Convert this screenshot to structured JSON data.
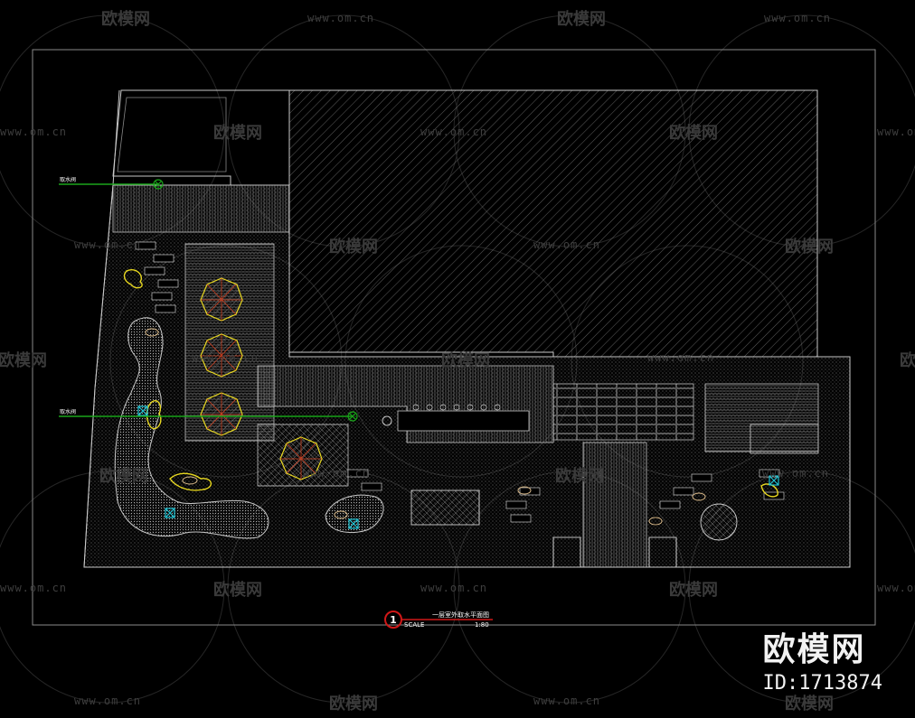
{
  "watermark": {
    "brand": "欧模网",
    "url": "www.om.cn"
  },
  "branding": {
    "name": "欧模网",
    "id_text": "ID:1713874"
  },
  "drawing": {
    "title_number": "1",
    "title_text": "一层室外取水平面图",
    "scale_word": "SCALE",
    "scale_value": "1:80",
    "pipe_label": "取水阀"
  },
  "colors": {
    "background": "#000000",
    "linework": "#c8c8c8",
    "pipe": "#1aa51a",
    "plants": "#e8d820",
    "drain": "#22c8d8",
    "title_circle": "#d01818"
  }
}
